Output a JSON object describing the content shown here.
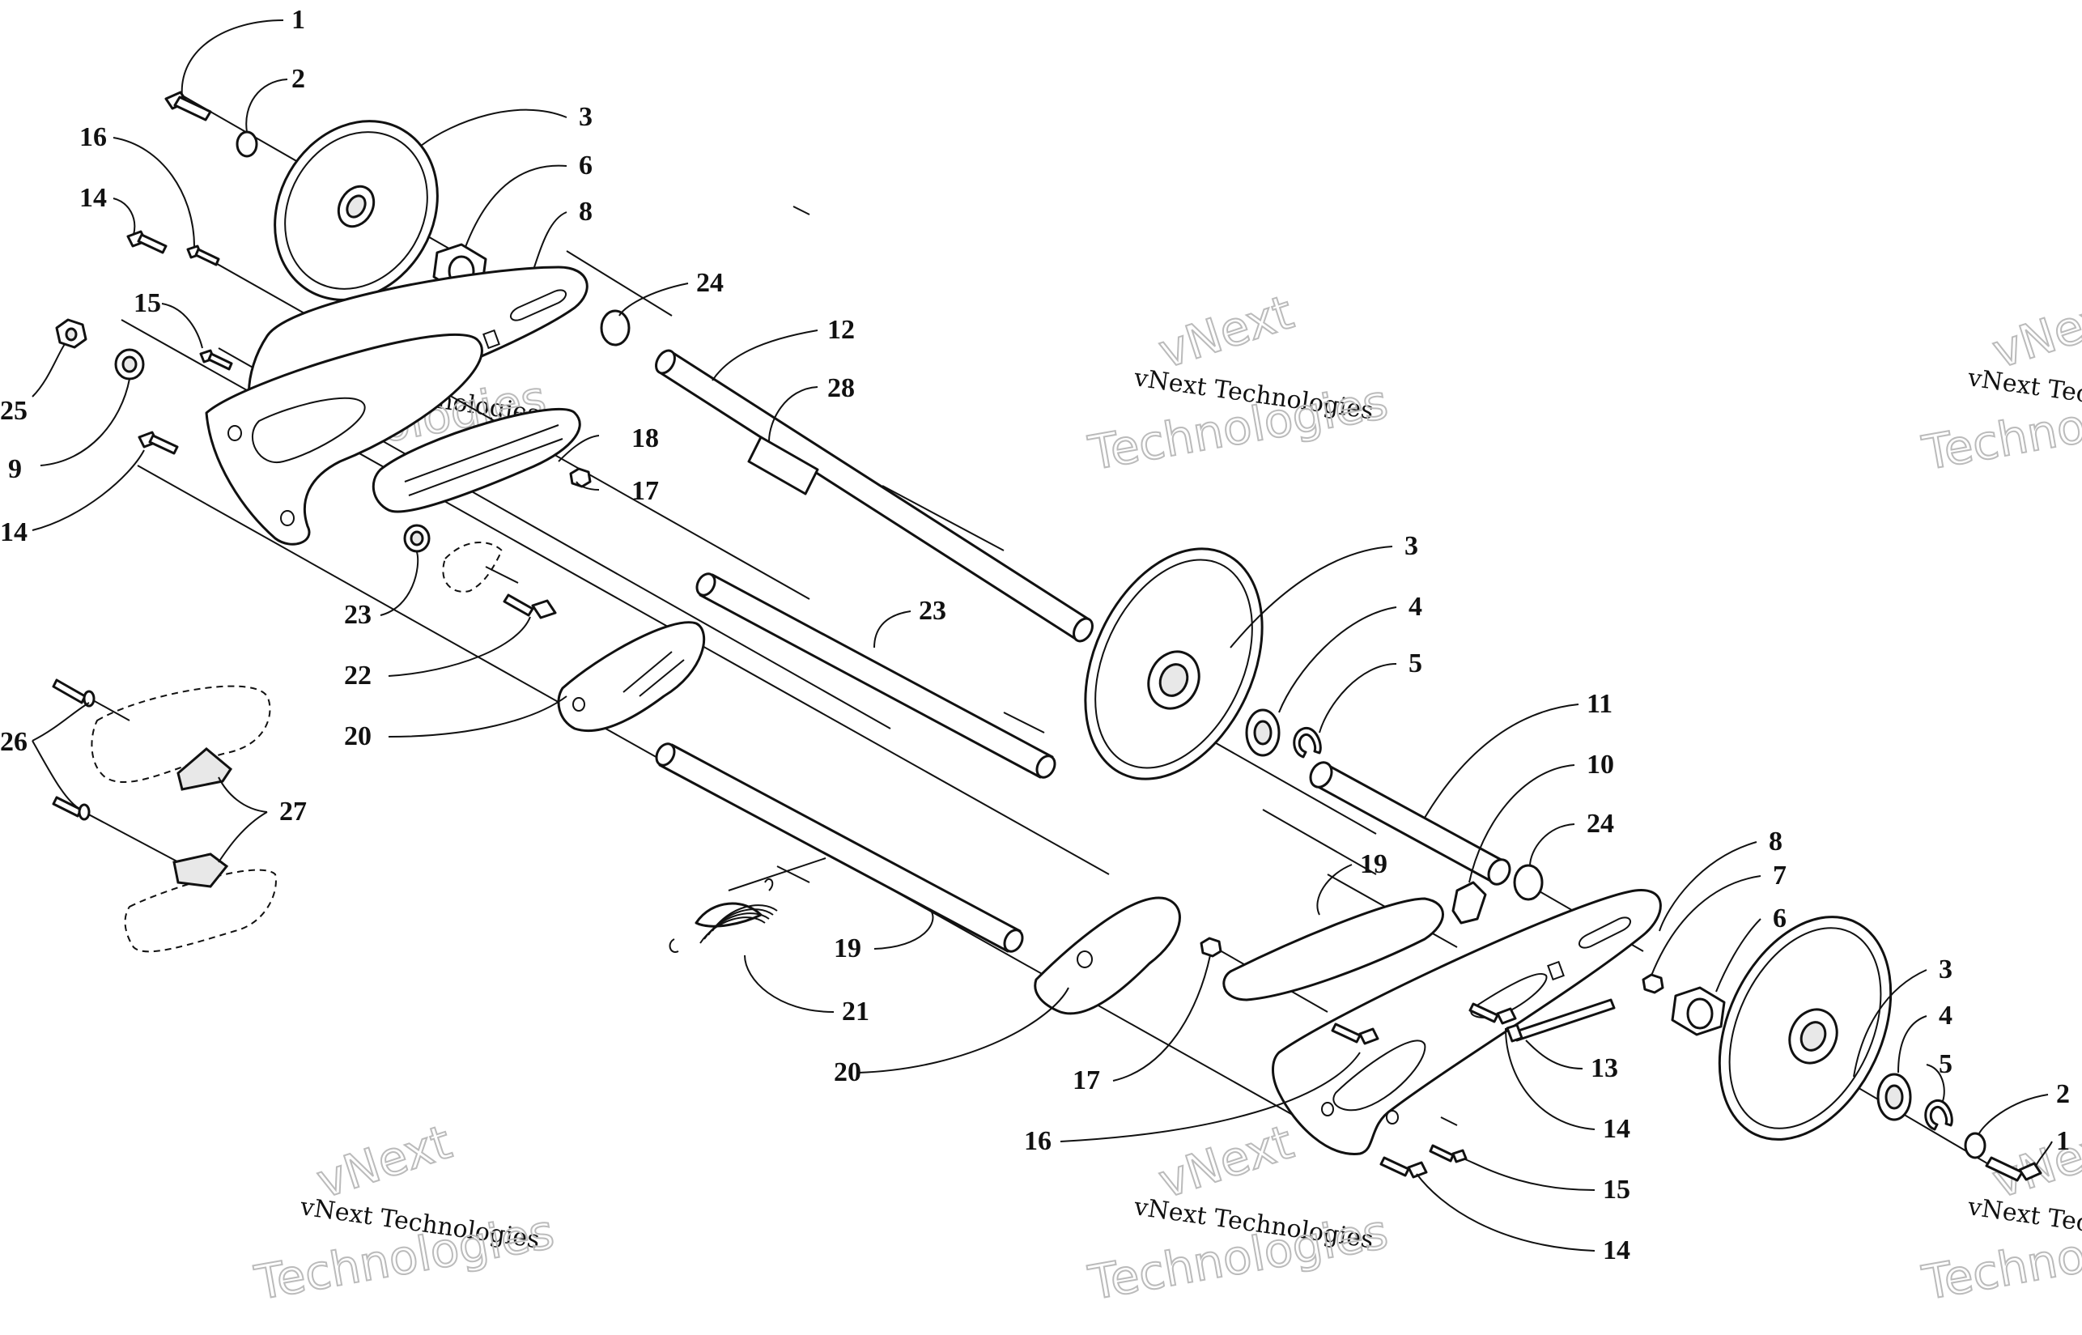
{
  "watermark": {
    "brand": "vNext",
    "company": "vNext Technologies",
    "word": "Technologies"
  },
  "callouts": {
    "c1a": "1",
    "c2a": "2",
    "c3a": "3",
    "c16a": "16",
    "c6a": "6",
    "c8a": "8",
    "c14a": "14",
    "c15a": "15",
    "c24a": "24",
    "c12": "12",
    "c28": "28",
    "c25": "25",
    "c9": "9",
    "c18": "18",
    "c17a": "17",
    "c14b": "14",
    "c23a": "23",
    "c22": "22",
    "c20a": "20",
    "c23b": "23",
    "c3b": "3",
    "c4a": "4",
    "c5a": "5",
    "c11": "11",
    "c10": "10",
    "c24b": "24",
    "c26": "26",
    "c27": "27",
    "c19a": "19",
    "c19b": "19",
    "c21": "21",
    "c8b": "8",
    "c7": "7",
    "c6b": "6",
    "c3c": "3",
    "c4b": "4",
    "c5b": "5",
    "c20b": "20",
    "c17b": "17",
    "c13": "13",
    "c2b": "2",
    "c1b": "1",
    "c16b": "16",
    "c14c": "14",
    "c15b": "15",
    "c14d": "14"
  }
}
